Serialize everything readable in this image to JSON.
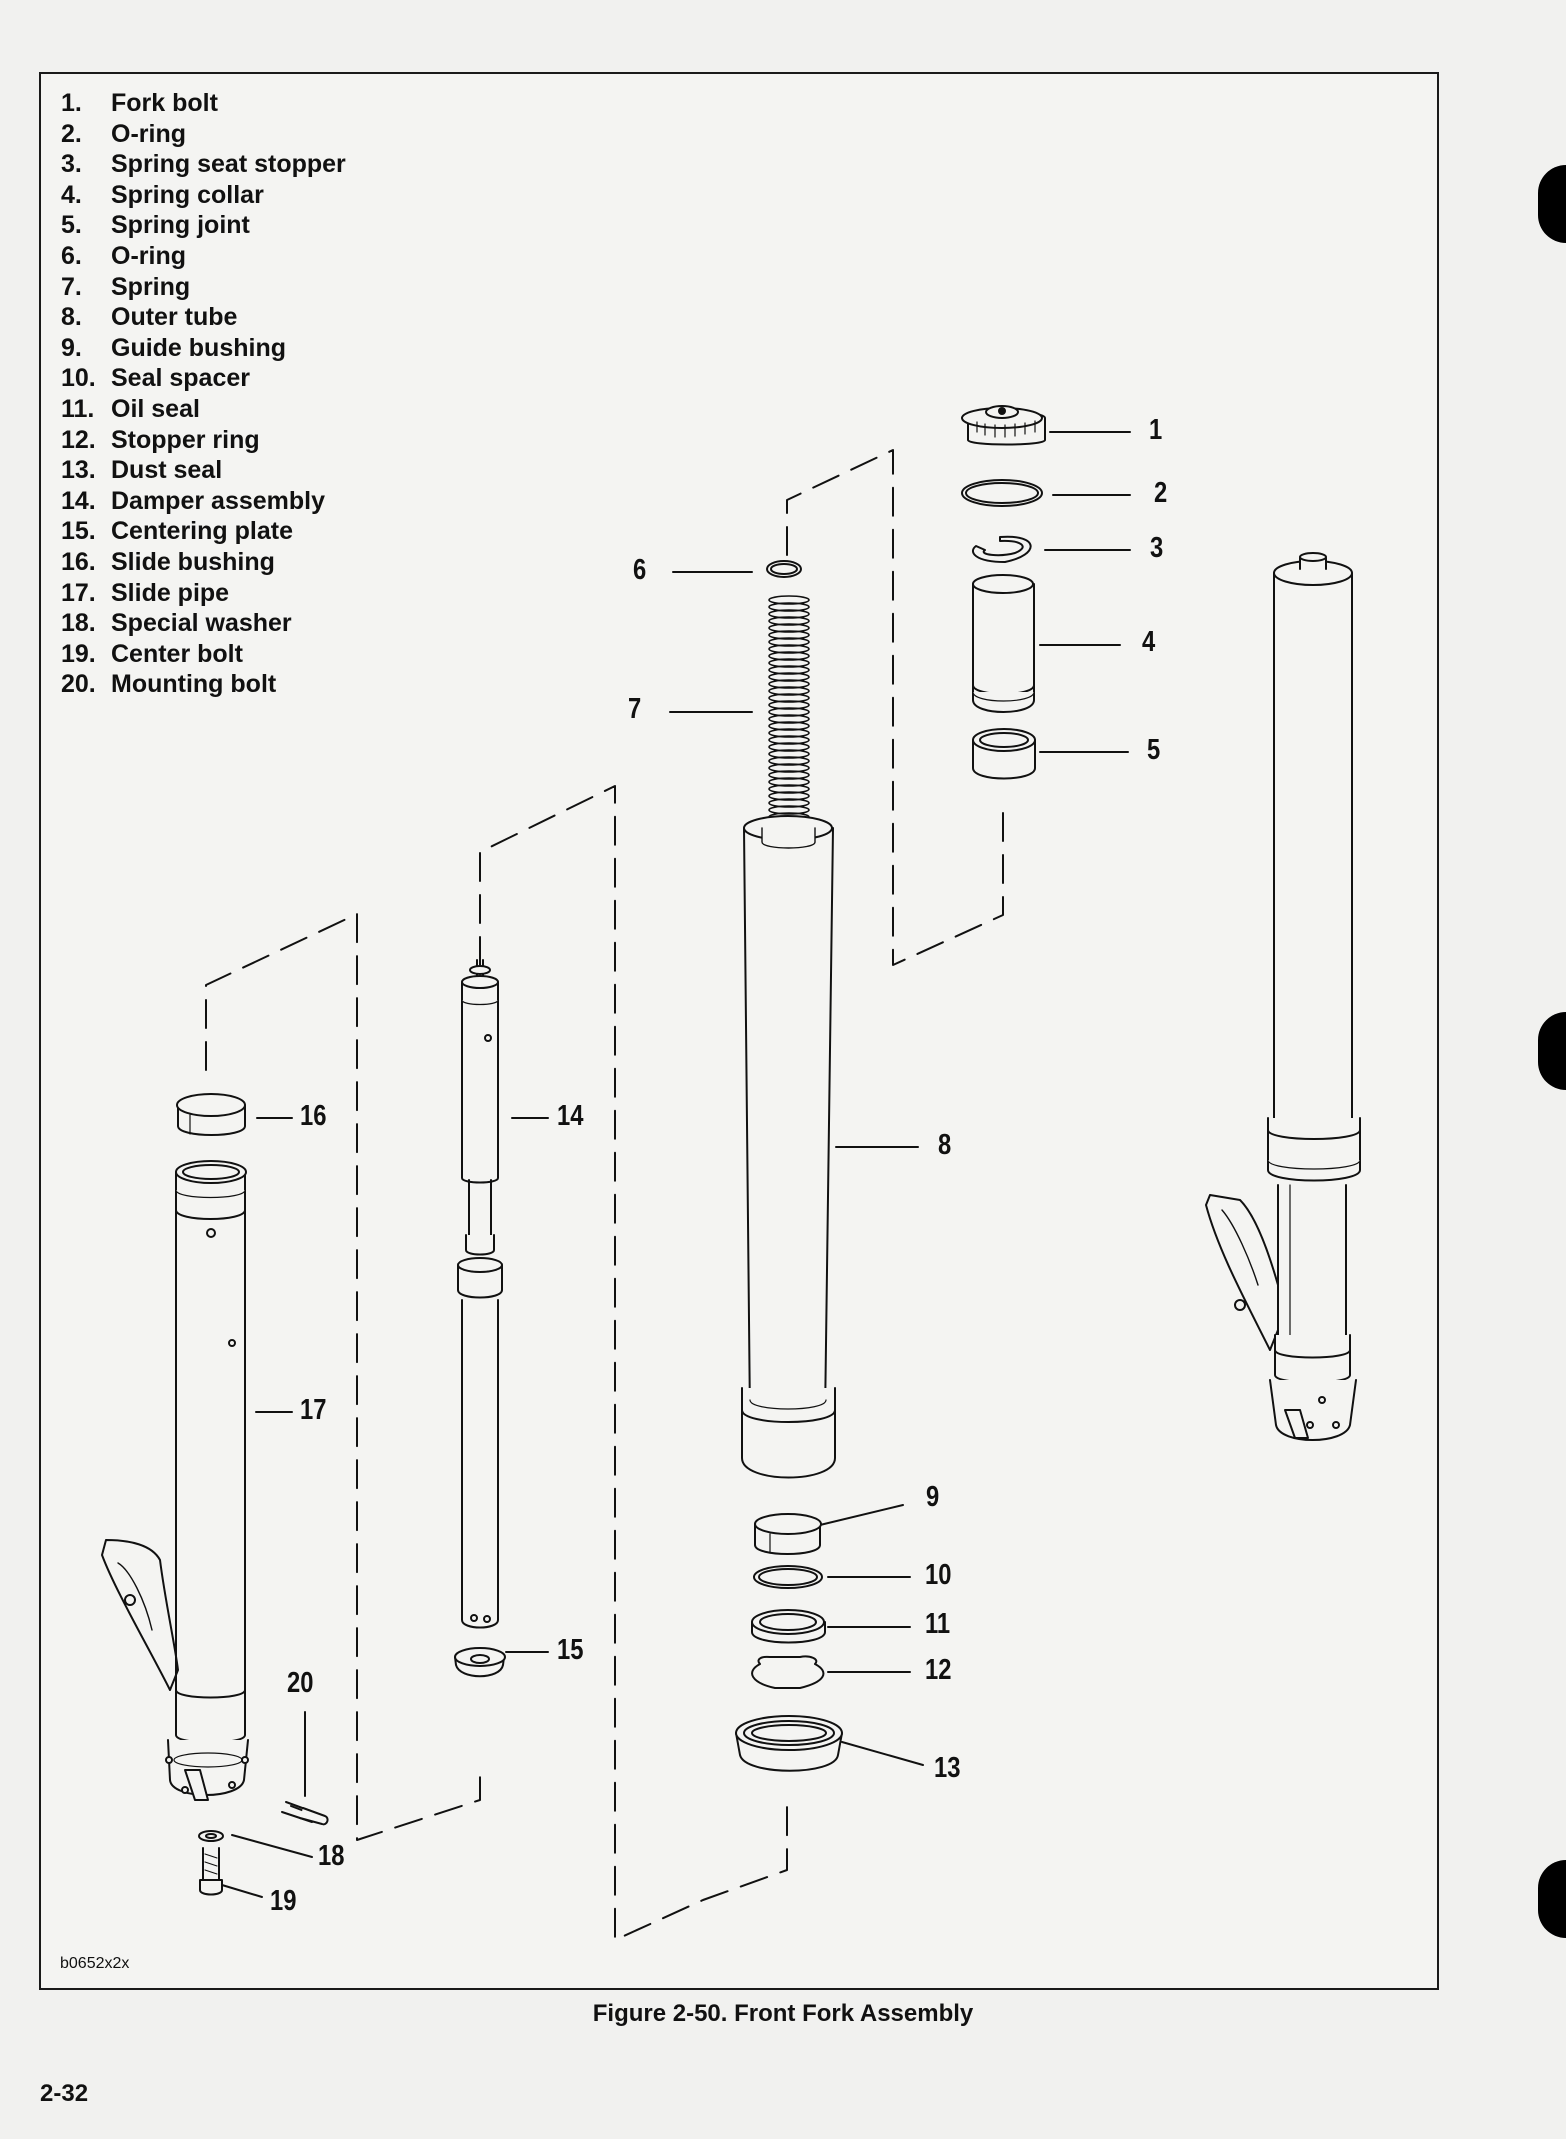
{
  "legend": [
    {
      "num": "1.",
      "label": "Fork bolt"
    },
    {
      "num": "2.",
      "label": "O-ring"
    },
    {
      "num": "3.",
      "label": "Spring seat stopper"
    },
    {
      "num": "4.",
      "label": "Spring collar"
    },
    {
      "num": "5.",
      "label": "Spring joint"
    },
    {
      "num": "6.",
      "label": "O-ring"
    },
    {
      "num": "7.",
      "label": "Spring"
    },
    {
      "num": "8.",
      "label": "Outer tube"
    },
    {
      "num": "9.",
      "label": "Guide bushing"
    },
    {
      "num": "10.",
      "label": "Seal spacer"
    },
    {
      "num": "11.",
      "label": "Oil seal"
    },
    {
      "num": "12.",
      "label": "Stopper ring"
    },
    {
      "num": "13.",
      "label": "Dust seal"
    },
    {
      "num": "14.",
      "label": "Damper assembly"
    },
    {
      "num": "15.",
      "label": "Centering plate"
    },
    {
      "num": "16.",
      "label": "Slide bushing"
    },
    {
      "num": "17.",
      "label": "Slide pipe"
    },
    {
      "num": "18.",
      "label": "Special washer"
    },
    {
      "num": "19.",
      "label": "Center bolt"
    },
    {
      "num": "20.",
      "label": "Mounting bolt"
    }
  ],
  "callouts": {
    "c1": "1",
    "c2": "2",
    "c3": "3",
    "c4": "4",
    "c5": "5",
    "c6": "6",
    "c7": "7",
    "c8": "8",
    "c9": "9",
    "c10": "10",
    "c11": "11",
    "c12": "12",
    "c13": "13",
    "c14": "14",
    "c15": "15",
    "c16": "16",
    "c17": "17",
    "c18": "18",
    "c19": "19",
    "c20": "20"
  },
  "drawing_code": "b0652x2x",
  "caption": "Figure 2-50. Front Fork Assembly",
  "page_number": "2-32",
  "colors": {
    "ink": "#111111",
    "paper": "#f1f1ef"
  }
}
